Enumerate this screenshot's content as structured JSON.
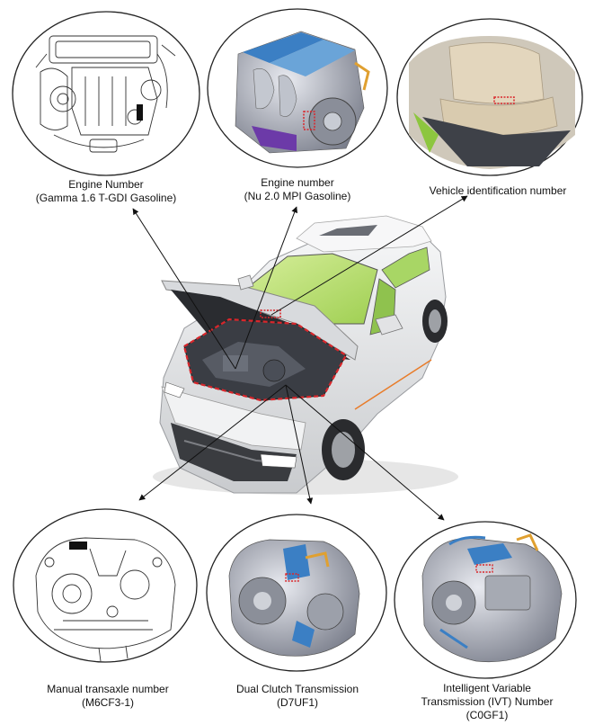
{
  "labels": {
    "engine_gamma": {
      "line1": "Engine Number",
      "line2": "(Gamma 1.6 T-GDI Gasoline)"
    },
    "engine_nu": {
      "line1": "Engine number",
      "line2": "(Nu 2.0 MPI Gasoline)"
    },
    "vin": {
      "line1": "Vehicle identification number"
    },
    "manual": {
      "line1": "Manual transaxle number",
      "line2": "(M6CF3-1)"
    },
    "dct": {
      "line1": "Dual Clutch Transmission",
      "line2": "(D7UF1)"
    },
    "ivt": {
      "line1": "Intelligent Variable",
      "line2": "Transmission (IVT) Number",
      "line3": "(C0GF1)"
    }
  },
  "colors": {
    "callout_outline": "#222222",
    "marker_red": "#d9262b",
    "car_body": "#e9eaec",
    "windshield": "#b9e06c",
    "hood_underside": "#2a2c30"
  }
}
